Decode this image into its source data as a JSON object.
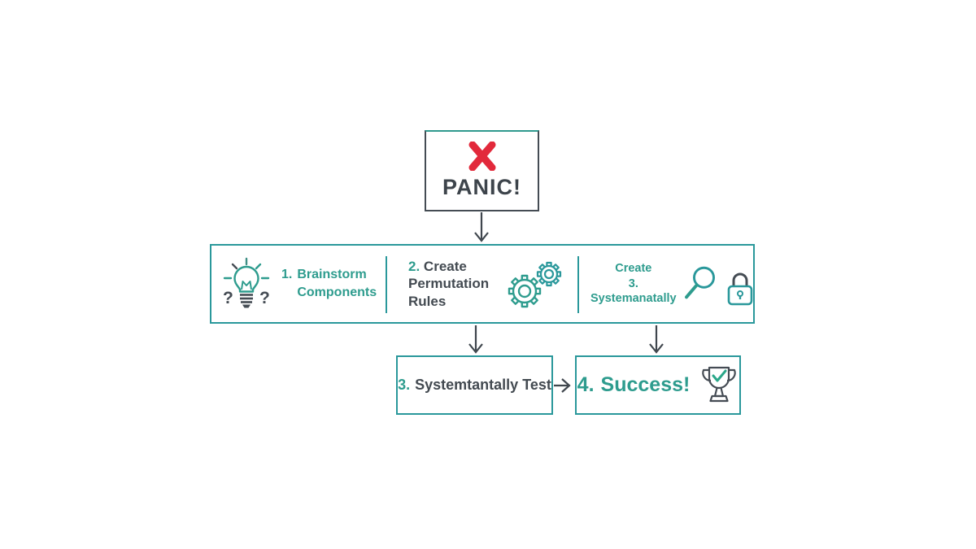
{
  "palette": {
    "teal_text": "#2e9c8e",
    "teal_border": "#2a989b",
    "dark_text": "#434a51",
    "red": "#e2293b",
    "background": "#ffffff"
  },
  "icons": {
    "panic": "red-x-icon",
    "step1": "lightbulb-questions-icon",
    "step2": "gears-icon",
    "step3a": "magnifier-icon",
    "step3b": "padlock-icon",
    "success": "trophy-check-icon",
    "connectors": [
      "arrow-down-icon",
      "arrow-down-icon",
      "arrow-down-icon",
      "arrow-right-icon"
    ]
  },
  "diagram": {
    "panic_box": {
      "label": "PANIC!"
    },
    "process_bar": {
      "step1": {
        "number": "1.",
        "line1": "Brainstorm",
        "line2": "Components",
        "question_left": "?",
        "question_right": "?"
      },
      "step2": {
        "number": "2.",
        "label": "Create Permutation Rules"
      },
      "step3": {
        "line1": "Create",
        "line2": "3. Systemanatally"
      }
    },
    "test_box": {
      "number": "3.",
      "label": "Systemtantally Test"
    },
    "success_box": {
      "number": "4.",
      "label": "Success!"
    }
  }
}
